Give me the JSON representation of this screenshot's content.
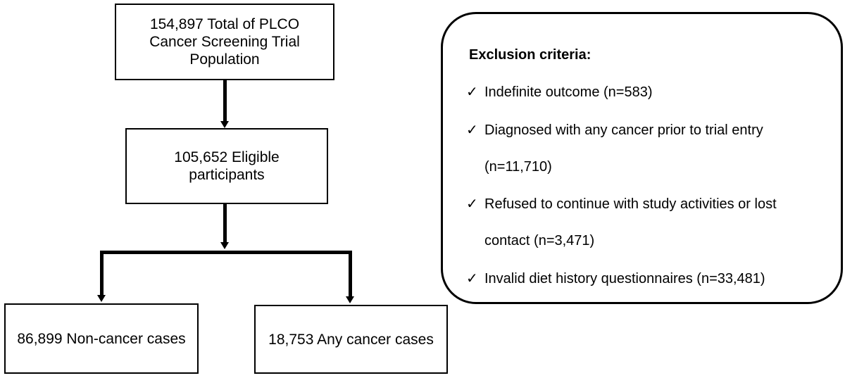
{
  "boxes": {
    "total": {
      "line1": "154,897 Total of PLCO",
      "line2": "Cancer Screening Trial",
      "line3": "Population"
    },
    "eligible": {
      "line1": "105,652 Eligible",
      "line2": "participants"
    },
    "noncancer": "86,899 Non-cancer cases",
    "cancer": "18,753 Any cancer cases"
  },
  "exclusion": {
    "title": "Exclusion criteria:",
    "check_icon": "✓",
    "items": [
      {
        "line1": "Indefinite outcome (n=583)"
      },
      {
        "line1": "Diagnosed with any cancer prior to trial entry",
        "line2": "(n=11,710)"
      },
      {
        "line1": "Refused to continue with study activities or lost",
        "line2": "contact (n=3,471)"
      },
      {
        "line1": "Invalid diet history questionnaires (n=33,481)"
      }
    ]
  }
}
